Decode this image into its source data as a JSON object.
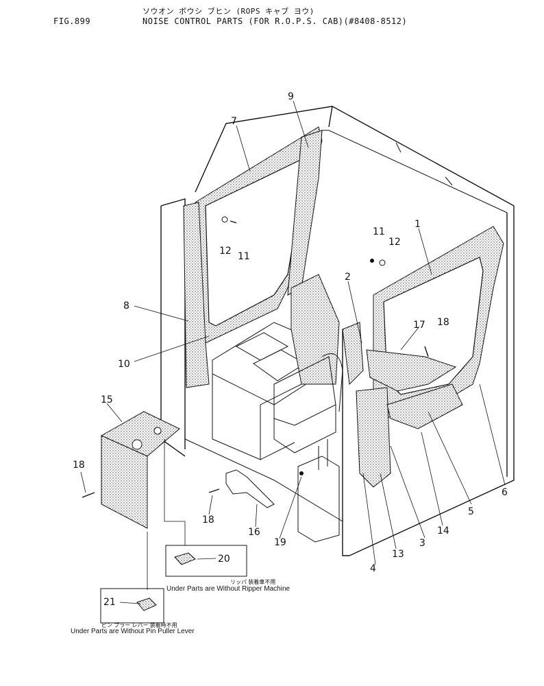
{
  "header": {
    "fig_label": "FIG.899",
    "title_jp": "ソウオン ボウシ ブヒン (ROPS キャブ ヨウ)",
    "title_en": "NOISE CONTROL PARTS (FOR R.O.P.S. CAB)(#8408-8512)"
  },
  "callouts": [
    "1",
    "2",
    "3",
    "4",
    "5",
    "6",
    "7",
    "8",
    "9",
    "10",
    "11",
    "12",
    "13",
    "14",
    "15",
    "16",
    "17",
    "18",
    "19",
    "20",
    "21"
  ],
  "notes": {
    "ripper_jp": "リッパ 装着車不用",
    "ripper_en": "Under Parts are Without Ripper Machine",
    "pin_puller_jp": "ピン プラー レバー 装着時不用",
    "pin_puller_en": "Under Parts are Without Pin Puller Lever"
  }
}
